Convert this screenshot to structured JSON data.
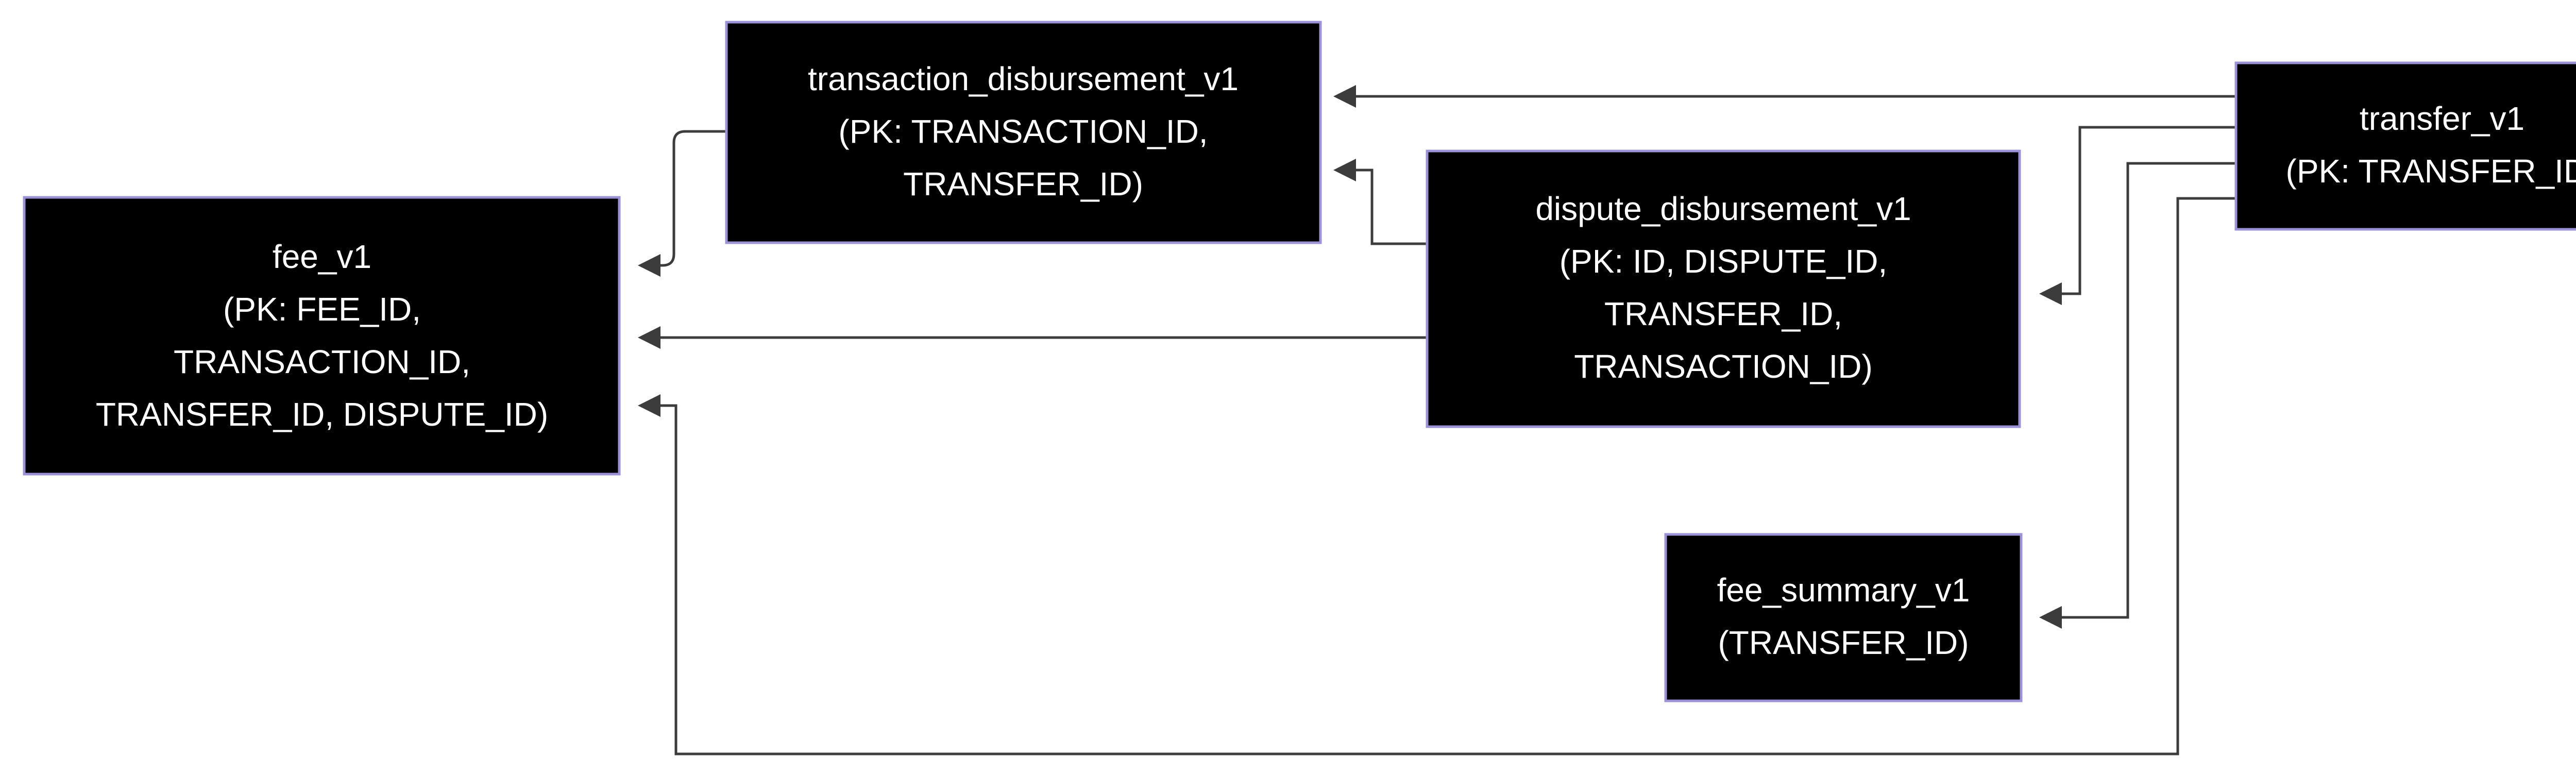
{
  "nodes": {
    "fee_v1": {
      "lines": [
        "fee_v1",
        "(PK: FEE_ID,",
        "TRANSACTION_ID,",
        "TRANSFER_ID, DISPUTE_ID)"
      ]
    },
    "transaction_disbursement_v1": {
      "lines": [
        "transaction_disbursement_v1",
        "(PK: TRANSACTION_ID,",
        "TRANSFER_ID)"
      ]
    },
    "dispute_disbursement_v1": {
      "lines": [
        "dispute_disbursement_v1",
        "(PK: ID, DISPUTE_ID,",
        "TRANSFER_ID,",
        "TRANSACTION_ID)"
      ]
    },
    "transfer_v1": {
      "lines": [
        "transfer_v1",
        "(PK: TRANSFER_ID)"
      ]
    },
    "fee_summary_v1": {
      "lines": [
        "fee_summary_v1",
        "(TRANSFER_ID)"
      ]
    }
  },
  "edges": [
    {
      "from": "transfer_v1",
      "to": "transaction_disbursement_v1"
    },
    {
      "from": "transfer_v1",
      "to": "dispute_disbursement_v1"
    },
    {
      "from": "transfer_v1",
      "to": "fee_summary_v1"
    },
    {
      "from": "transfer_v1",
      "to": "fee_v1"
    },
    {
      "from": "transaction_disbursement_v1",
      "to": "fee_v1"
    },
    {
      "from": "dispute_disbursement_v1",
      "to": "transaction_disbursement_v1"
    },
    {
      "from": "dispute_disbursement_v1",
      "to": "fee_v1"
    }
  ],
  "colors": {
    "node_fill": "#000000",
    "node_border": "#9b93d6",
    "node_text": "#ffffff",
    "edge": "#3c3c3c"
  }
}
